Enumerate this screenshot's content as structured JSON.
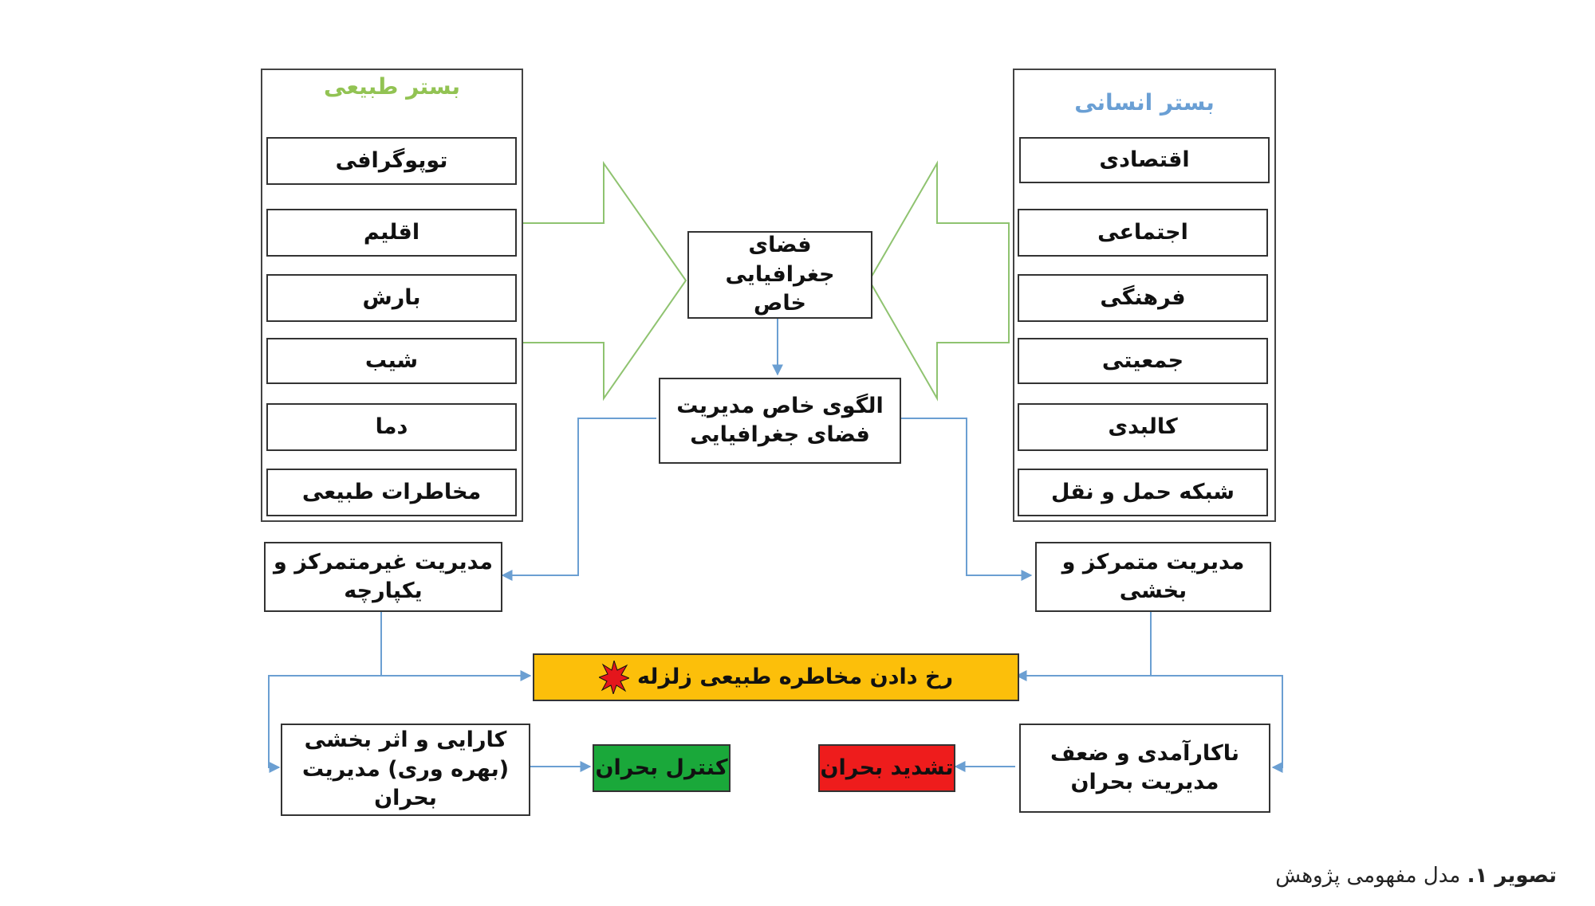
{
  "left_panel": {
    "title": "بستر طبیعی",
    "title_color": "#92c353",
    "items": [
      "توپوگرافی",
      "اقلیم",
      "بارش",
      "شیب",
      "دما",
      "مخاطرات طبیعی"
    ]
  },
  "right_panel": {
    "title": "بستر انسانی",
    "title_color": "#6a9fd4",
    "items": [
      "اقتصادی",
      "اجتماعی",
      "فرهنگی",
      "جمعیتی",
      "کالبدی",
      "شبکه حمل و نقل"
    ]
  },
  "center": {
    "space": "فضای جغرافیایی خاص",
    "pattern": "الگوی خاص مدیریت فضای جغرافیایی"
  },
  "management": {
    "decentralized": "مدیریت غیرمتمرکز و یکپارچه",
    "centralized": "مدیریت متمرکز و بخشی"
  },
  "event": {
    "label": "رخ دادن مخاطره طبیعی زلزله",
    "color": "#fcbf0a"
  },
  "outcomes": {
    "efficiency": "کارایی و اثر بخشی (بهره وری) مدیریت بحران",
    "control": "کنترل بحران",
    "control_color": "#1aa83a",
    "inefficiency": "ناکارآمدی و ضعف مدیریت بحران",
    "intensify": "تشدید بحران",
    "intensify_color": "#ee1c1c"
  },
  "colors": {
    "arrow_green": "#8fc370",
    "connector_blue": "#6b9fd2"
  },
  "caption": {
    "label": "تصویر ۱.",
    "text": "مدل مفهومی پژوهش"
  }
}
